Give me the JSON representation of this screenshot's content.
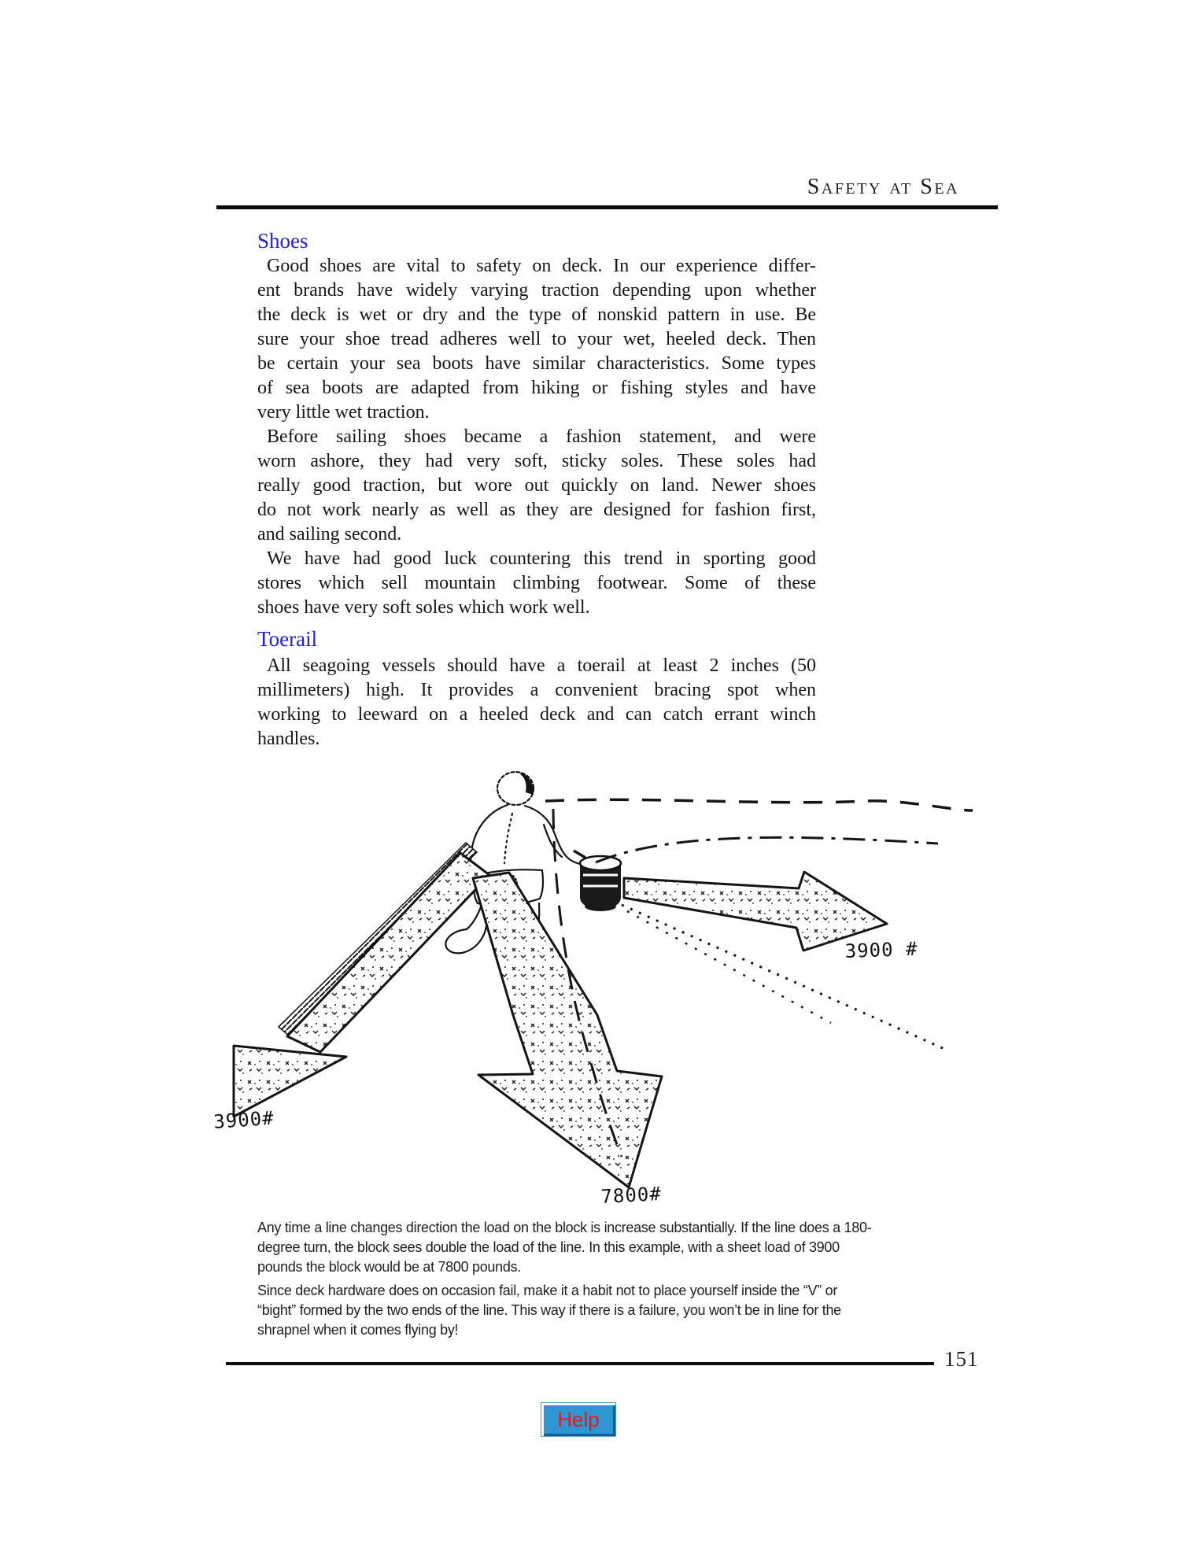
{
  "header": {
    "title": "Safety at Sea"
  },
  "body": {
    "shoes_heading": "Shoes",
    "p1": [
      "Good shoes are vital to safety on deck. In our experience differ-",
      "ent brands have widely varying traction depending upon whether",
      "the deck is wet or dry and the type of nonskid pattern in use. Be",
      "sure your shoe tread adheres well to your wet, heeled deck. Then",
      "be certain your sea boots have similar characteristics. Some types",
      "of sea boots are adapted from hiking or fishing styles and have",
      "very little wet traction."
    ],
    "p2": [
      "Before sailing shoes became a fashion statement, and were",
      "worn ashore, they had very soft, sticky soles. These soles had",
      "really good traction, but wore out quickly on land. Newer shoes",
      "do not work nearly as well as they are designed for fashion first,",
      "and sailing second."
    ],
    "p3": [
      "We have had good luck countering this trend in sporting good",
      "stores which sell mountain climbing footwear. Some of these",
      "shoes have very soft soles which work well."
    ],
    "toerail_heading": "Toerail",
    "p4": [
      "All seagoing vessels should have a toerail at least 2 inches (50",
      "millimeters) high. It provides a convenient bracing spot when",
      "working to leeward on a heeled deck and can catch errant winch",
      "handles."
    ]
  },
  "figure": {
    "labels": {
      "left": "3900#",
      "right": "3900 #",
      "bottom": "7800#"
    },
    "caption1": [
      "Any time a line changes direction the load on the block is increase substantially. If the line does a 180-",
      "degree turn, the block sees double the load of the line. In this example, with a sheet load of 3900",
      "pounds the block would be at 7800 pounds."
    ],
    "caption2": [
      "Since deck hardware does on occasion fail, make it a habit not to place yourself inside the “V” or",
      "“bight” formed by the two ends of the line. This way if there is a failure, you won’t be in line for the",
      "shrapnel when it comes flying by!"
    ]
  },
  "footer": {
    "page_number": "151"
  },
  "help": {
    "label": "Help"
  },
  "colors": {
    "heading_blue": "#2222cc",
    "button_blue": "#2e96d2",
    "button_text_red": "#e21b1b",
    "text_ink": "#161616"
  }
}
